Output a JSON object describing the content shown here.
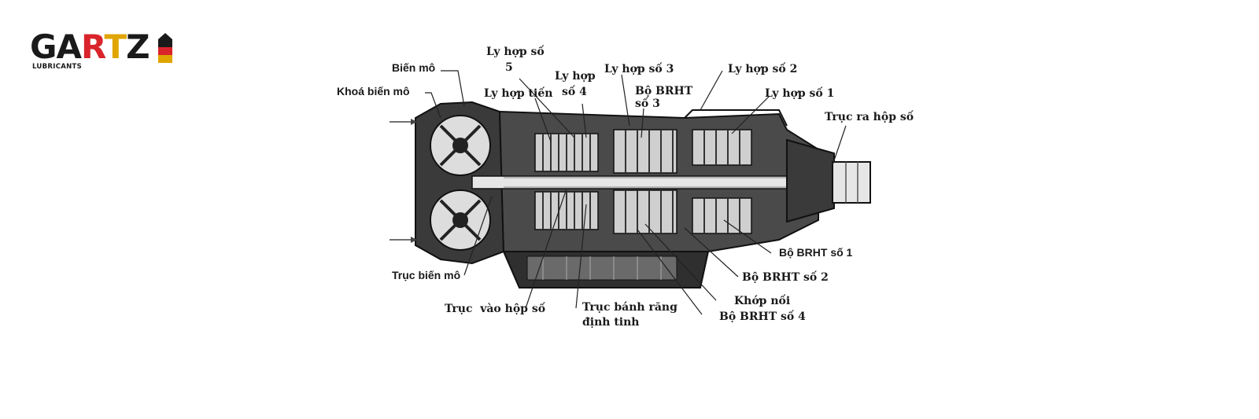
{
  "logo": {
    "brand_prefix": "GA",
    "brand_r": "R",
    "brand_t": "T",
    "brand_suffix": "Z",
    "sub": "LUBRICANTS",
    "colors": {
      "dark": "#1a1a1a",
      "red": "#d8242a",
      "yellow": "#e0a500"
    }
  },
  "labels": {
    "bien_mo": "Biến mô",
    "khoa_bien_mo": "Khoá biến mô",
    "ly_hop_so_5_a": "Ly hợp số",
    "ly_hop_so_5_b": "5",
    "ly_hop_tien": "Ly hợp tiến",
    "ly_hop_so_4_a": "Ly hợp",
    "ly_hop_so_4_b": "số 4",
    "ly_hop_so_3": "Ly hợp số 3",
    "bo_brht_so_3_a": "Bộ BRHT",
    "bo_brht_so_3_b": "số 3",
    "ly_hop_so_2": "Ly hợp số 2",
    "ly_hop_so_1": "Ly hợp số 1",
    "truc_ra_hop_so": "Trục ra hộp số",
    "bo_brht_so_1": "Bộ BRHT số 1",
    "bo_brht_so_2": "Bộ BRHT số 2",
    "khop_noi": "Khớp nối",
    "bo_brht_so_4": "Bộ BRHT số 4",
    "truc_bien_mo": "Trục biến mô",
    "truc_vao_hop_so": "Trục  vào hộp số",
    "truc_banh_rang_a": "Trục bánh răng",
    "truc_banh_rang_b": "định tinh"
  }
}
